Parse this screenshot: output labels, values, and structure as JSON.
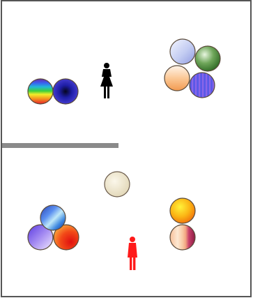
{
  "game": {
    "type": "ball-sorting puzzle",
    "players": [
      {
        "name": "black-player",
        "color": "#000000",
        "zone": "top"
      },
      {
        "name": "red-player",
        "color": "#ff1a1a",
        "zone": "bottom"
      }
    ],
    "colors": {
      "border": "#555555",
      "divider": "#8a8a8a",
      "background": "#ffffff"
    },
    "groups": [
      {
        "name": "top-left-group",
        "zone": "top",
        "balls": [
          "rainbow-striped",
          "blue-radial"
        ]
      },
      {
        "name": "top-right-group",
        "zone": "top",
        "balls": [
          "lavender-gradient",
          "green-radial",
          "peach-gradient",
          "blue-purple-striped"
        ]
      },
      {
        "name": "center-single",
        "zone": "bottom",
        "balls": [
          "cream-plain"
        ]
      },
      {
        "name": "bottom-left-group",
        "zone": "bottom",
        "balls": [
          "blue-cyan-swirl",
          "violet-gradient",
          "red-orange-radial"
        ]
      },
      {
        "name": "bottom-right-group",
        "zone": "bottom",
        "balls": [
          "yellow-orange-radial",
          "peach-magenta-striped"
        ]
      }
    ]
  }
}
